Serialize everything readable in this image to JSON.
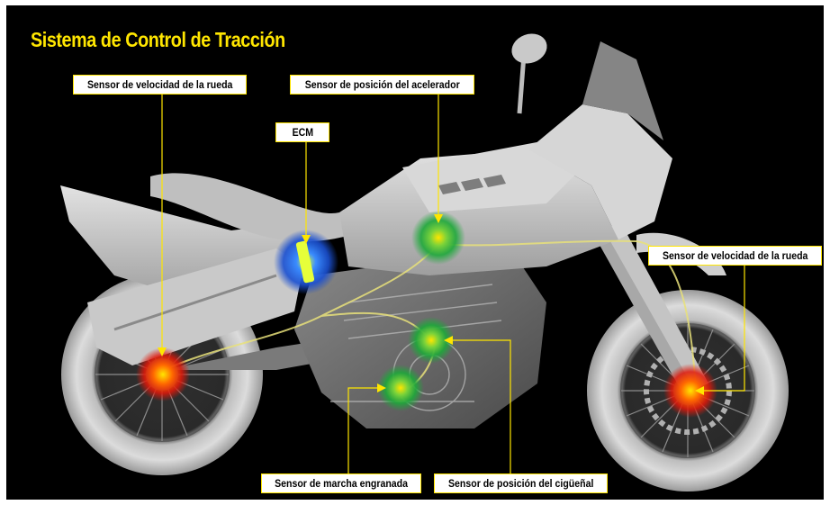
{
  "diagram": {
    "title": "Sistema de Control de Tracción",
    "labels": {
      "rear_wheel_speed": "Sensor de velocidad de la rueda",
      "throttle_position": "Sensor de posición del acelerador",
      "ecm": "ECM",
      "front_wheel_speed": "Sensor de velocidad de la rueda",
      "gear_position": "Sensor de marcha engranada",
      "crank_position": "Sensor de posición del cigüeñal"
    }
  },
  "colors": {
    "accent": "#ffe600",
    "label_bg": "#ffffff",
    "background": "#000000",
    "wheel_sensor_glow": "#ff3a1a",
    "engine_sensor_glow": "#27c43a",
    "ecm_glow": "#1f6fff"
  }
}
